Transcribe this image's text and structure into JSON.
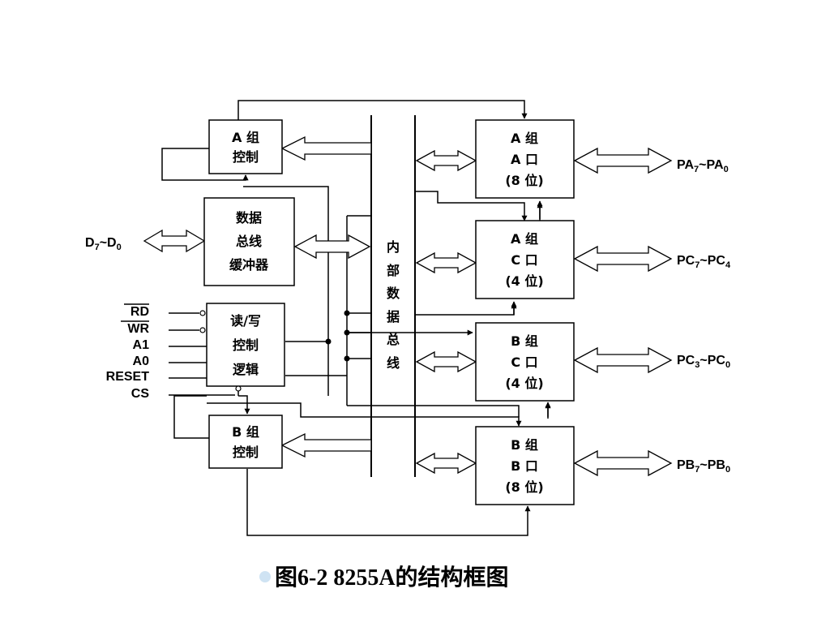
{
  "blocks": {
    "group_a_control": [
      "A 组",
      "控制"
    ],
    "data_bus_buffer": [
      "数据",
      "总线",
      "缓冲器"
    ],
    "rw_control_logic": [
      "读/写",
      "控制",
      "逻辑"
    ],
    "group_b_control": [
      "B 组",
      "控制"
    ],
    "group_a_port_a": [
      "A 组",
      "A 口",
      "(8 位)"
    ],
    "group_a_port_c": [
      "A 组",
      "C 口",
      "(4 位)"
    ],
    "group_b_port_c": [
      "B 组",
      "C 口",
      "(4 位)"
    ],
    "group_b_port_b": [
      "B 组",
      "B 口",
      "(8 位)"
    ]
  },
  "internal_bus": [
    "内",
    "部",
    "数",
    "据",
    "总",
    "线"
  ],
  "data_pins": {
    "main": "D",
    "sub1": "7",
    "sep": "~D",
    "sub2": "0"
  },
  "control_pins": [
    "RD",
    "WR",
    "A1",
    "A0",
    "RESET",
    "CS"
  ],
  "ports": [
    {
      "main1": "PA",
      "sub1": "7",
      "sep": "~PA",
      "sub2": "0"
    },
    {
      "main1": "PC",
      "sub1": "7",
      "sep": "~PC",
      "sub2": "4"
    },
    {
      "main1": "PC",
      "sub1": "3",
      "sep": "~PC",
      "sub2": "0"
    },
    {
      "main1": "PB",
      "sub1": "7",
      "sep": "~PB",
      "sub2": "0"
    }
  ],
  "caption": "图6-2  8255A的结构框图",
  "colors": {
    "bullet": "#cfe3f3",
    "line": "#000000"
  }
}
